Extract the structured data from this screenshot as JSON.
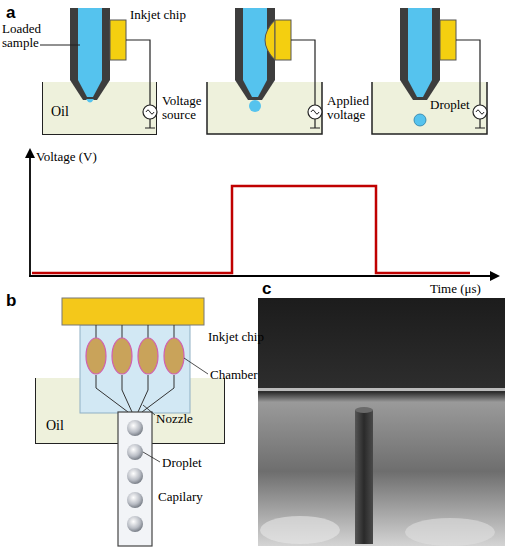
{
  "diagram": {
    "nodes": [
      {
        "text": [
          "Oil"
        ]
      },
      {
        "text": [
          "Oil"
        ]
      }
    ],
    "labels": [
      "a",
      "Loaded sample",
      "Inkjet chip",
      "Voltage source",
      "Applied voltage",
      "Droplet",
      "Voltage (V)",
      "Time (μs)",
      "b",
      "Inkjet chip",
      "Chamber",
      "Nozzle",
      "Droplet",
      "Capilary",
      "c"
    ]
  }
}
